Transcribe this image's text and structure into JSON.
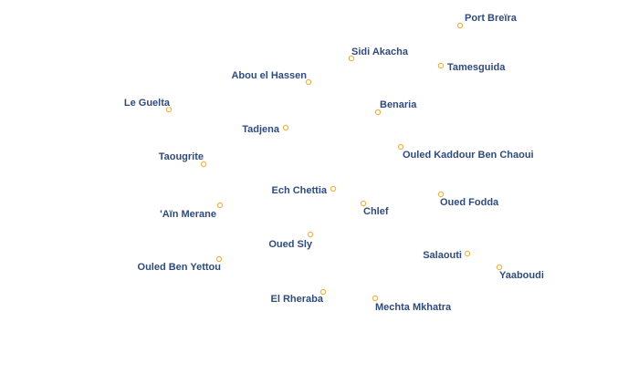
{
  "map": {
    "marker_color": "#f2b447",
    "label_color": "#2f4b7c",
    "label_halo_color": "#ffffff",
    "places": [
      {
        "id": "port-breira",
        "name": "Port Breïra"
      },
      {
        "id": "sidi-akacha",
        "name": "Sidi Akacha"
      },
      {
        "id": "tamesguida",
        "name": "Tamesguida"
      },
      {
        "id": "abou-el-hassen",
        "name": "Abou el Hassen"
      },
      {
        "id": "le-guelta",
        "name": "Le Guelta"
      },
      {
        "id": "benaria",
        "name": "Benaria"
      },
      {
        "id": "tadjena",
        "name": "Tadjena"
      },
      {
        "id": "ouled-kaddour-ben-chaoui",
        "name": "Ouled Kaddour Ben Chaoui"
      },
      {
        "id": "taougrite",
        "name": "Taougrite"
      },
      {
        "id": "ech-chettia",
        "name": "Ech Chettia"
      },
      {
        "id": "oued-fodda",
        "name": "Oued Fodda"
      },
      {
        "id": "ain-merane",
        "name": "'Aïn Merane"
      },
      {
        "id": "chlef",
        "name": "Chlef"
      },
      {
        "id": "oued-sly",
        "name": "Oued Sly"
      },
      {
        "id": "salaouti",
        "name": "Salaouti"
      },
      {
        "id": "ouled-ben-yettou",
        "name": "Ouled Ben Yettou"
      },
      {
        "id": "yaaboudi",
        "name": "Yaaboudi"
      },
      {
        "id": "el-rheraba",
        "name": "El Rheraba"
      },
      {
        "id": "mechta-mkhatra",
        "name": "Mechta Mkhatra"
      }
    ]
  }
}
